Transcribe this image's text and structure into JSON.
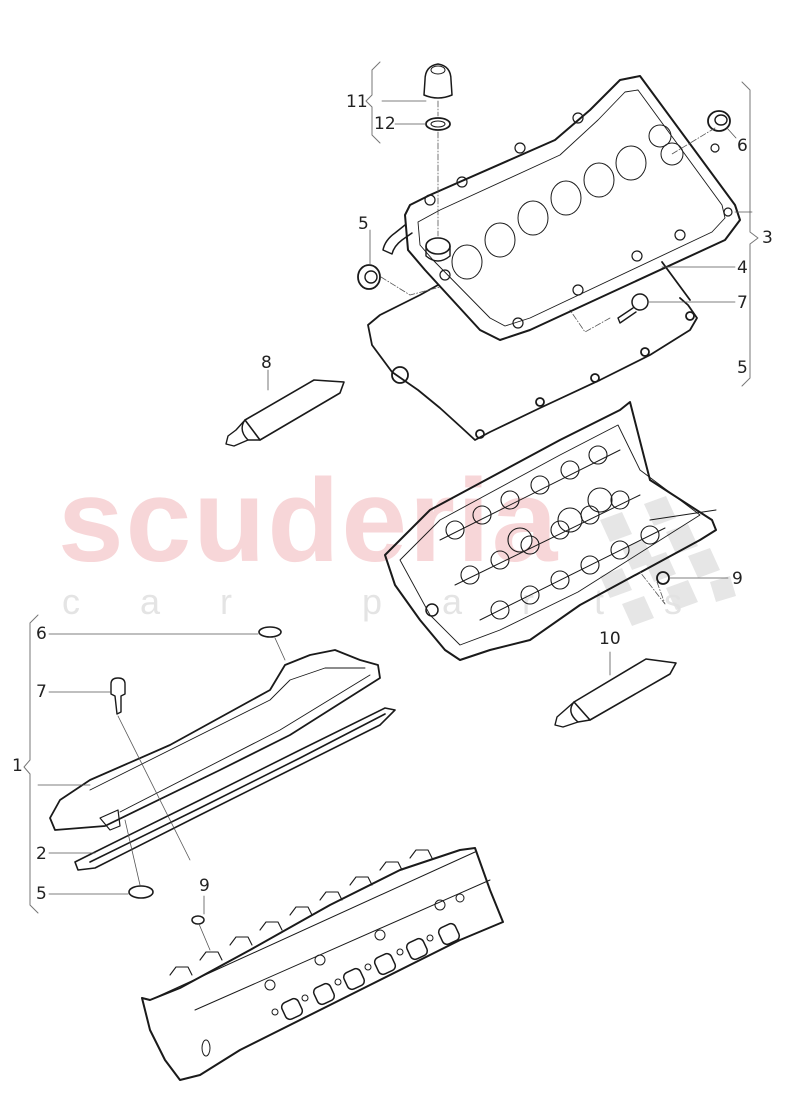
{
  "diagram": {
    "type": "exploded-parts-diagram",
    "subject": "Cylinder head and cylinder head cover (V-engine, both banks)",
    "watermark": {
      "brand": "scuderia",
      "tagline": "car parts",
      "brand_color": "#f7d6d8",
      "tagline_color": "#e4e4e4"
    },
    "line_color": "#1a1a1a",
    "leader_color": "#555555",
    "callouts": [
      {
        "id": "c11",
        "label": "11",
        "part": "oil filler cap"
      },
      {
        "id": "c12",
        "label": "12",
        "part": "seal ring for oil filler cap"
      },
      {
        "id": "c6a",
        "label": "6",
        "part": "grommet / seal (upper bank)"
      },
      {
        "id": "c5a",
        "label": "5",
        "part": "seal (upper bank, left)"
      },
      {
        "id": "c3",
        "label": "3",
        "part": "cylinder head cover assembly (right bank)"
      },
      {
        "id": "c4",
        "label": "4",
        "part": "gasket for cylinder head cover"
      },
      {
        "id": "c7a",
        "label": "7",
        "part": "bolt (upper bank)"
      },
      {
        "id": "c5b",
        "label": "5",
        "part": "seal (bracket end, right)"
      },
      {
        "id": "c8",
        "label": "8",
        "part": "sealing compound tube"
      },
      {
        "id": "c9a",
        "label": "9",
        "part": "plug (upper head)"
      },
      {
        "id": "c10",
        "label": "10",
        "part": "sealing compound tube"
      },
      {
        "id": "c6b",
        "label": "6",
        "part": "grommet (lower bank)"
      },
      {
        "id": "c7b",
        "label": "7",
        "part": "bolt (lower bank)"
      },
      {
        "id": "c1",
        "label": "1",
        "part": "cylinder head cover assembly (left bank)"
      },
      {
        "id": "c2",
        "label": "2",
        "part": "gasket (lower bank)"
      },
      {
        "id": "c5c",
        "label": "5",
        "part": "seal (lower bank)"
      },
      {
        "id": "c9b",
        "label": "9",
        "part": "plug (lower head)"
      }
    ]
  }
}
